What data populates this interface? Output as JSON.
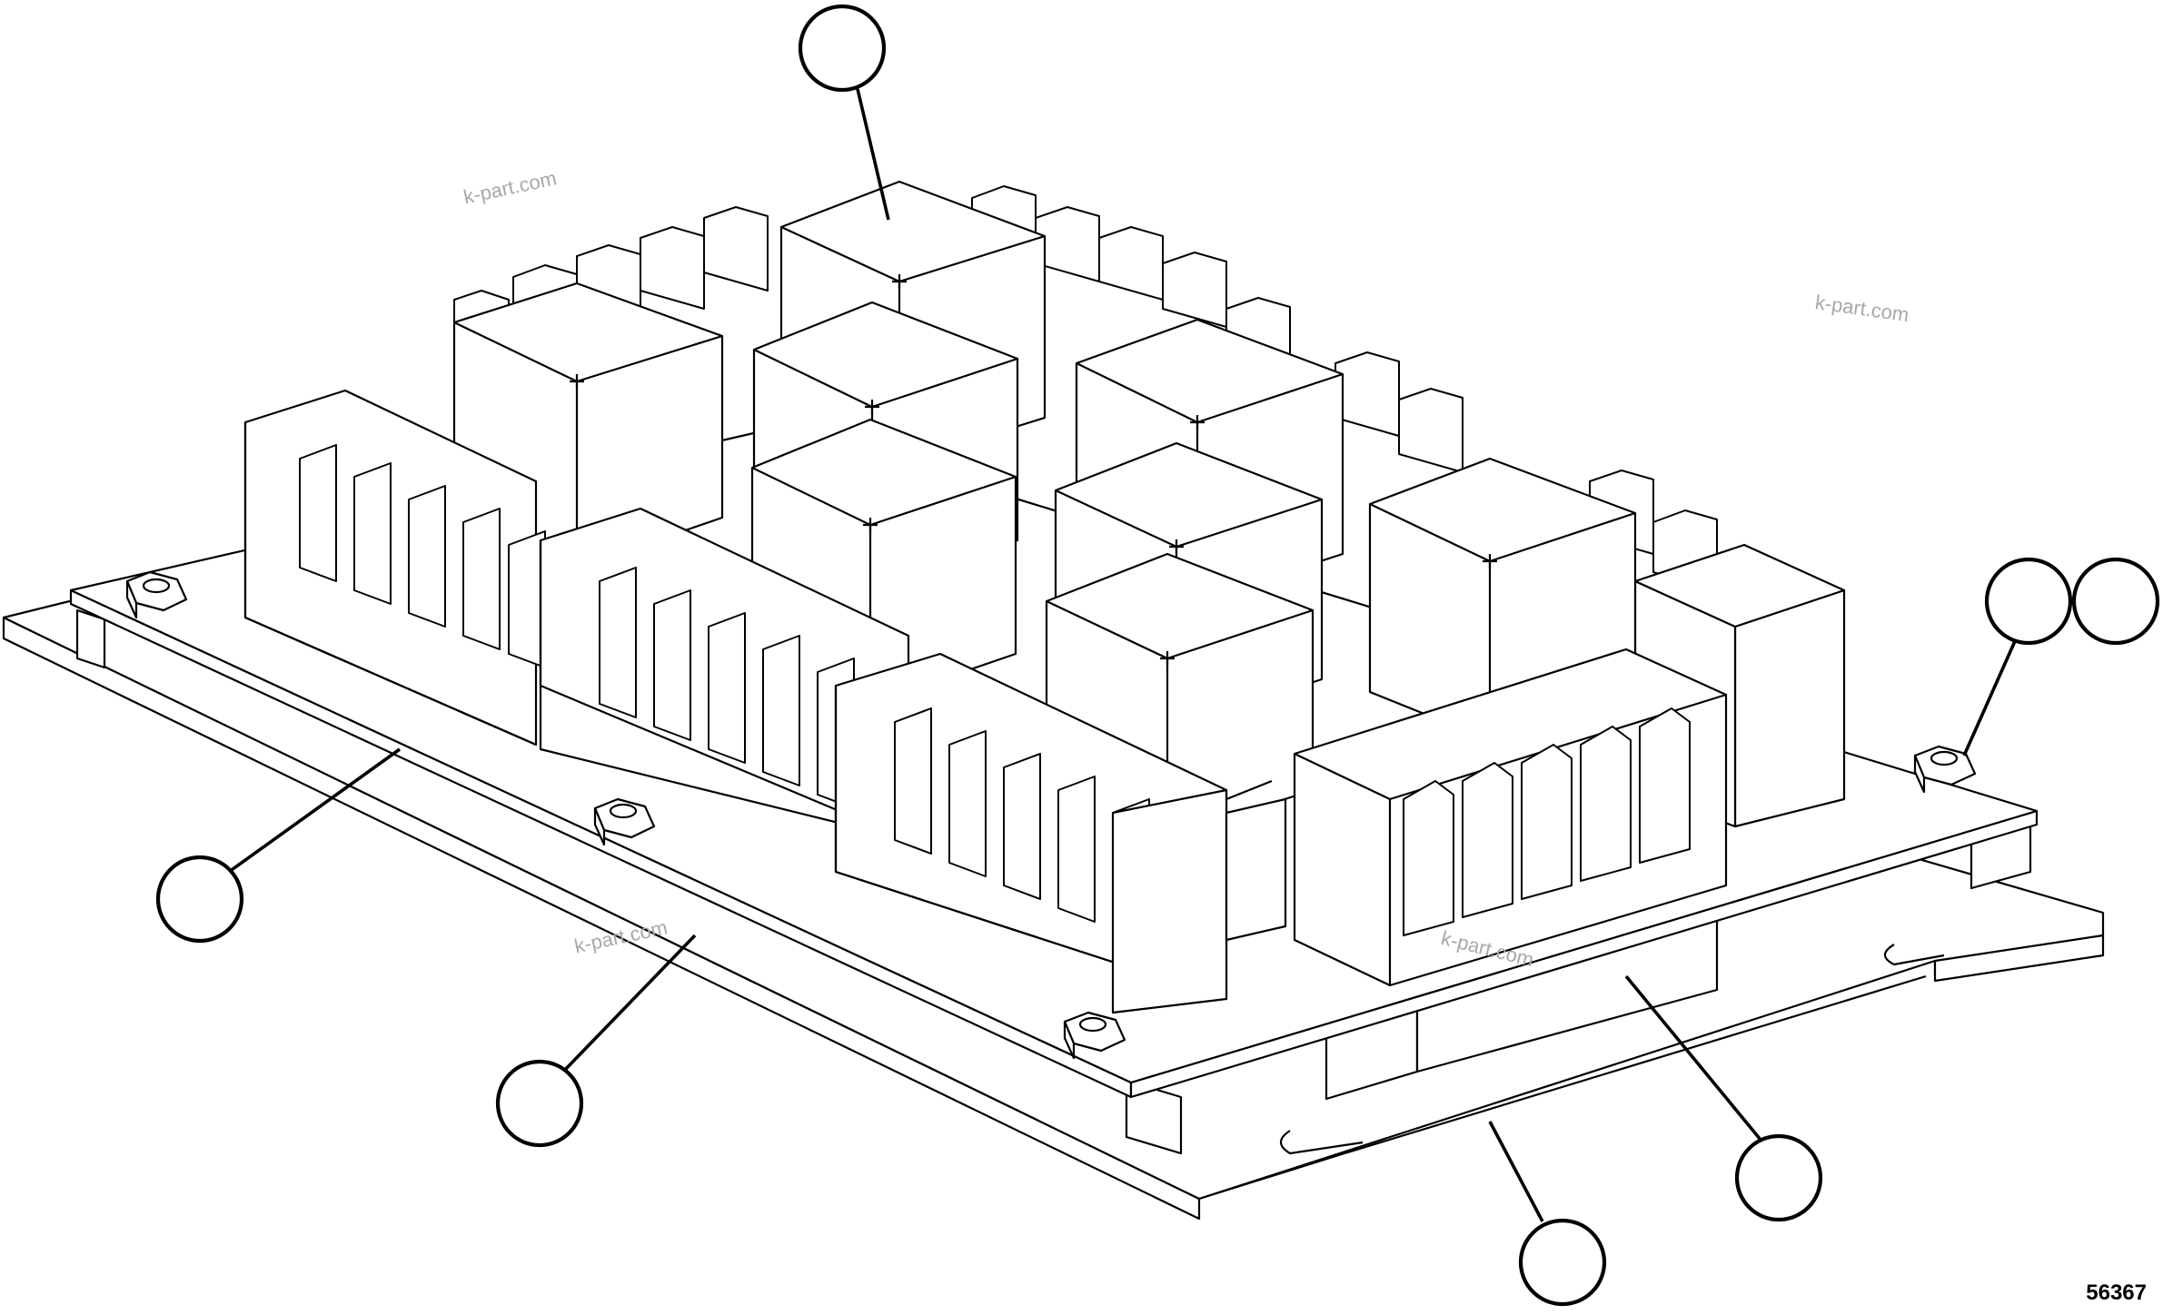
{
  "figure_number": "56367",
  "watermarks": [
    "k-part.com",
    "k-part.com",
    "k-part.com",
    "k-part.com"
  ],
  "callouts": [
    "",
    "",
    "",
    "",
    "",
    "",
    "",
    ""
  ],
  "icons": [
    "relay-icon",
    "fuse-holder-icon",
    "hex-nut-icon",
    "callout-circle-icon"
  ]
}
